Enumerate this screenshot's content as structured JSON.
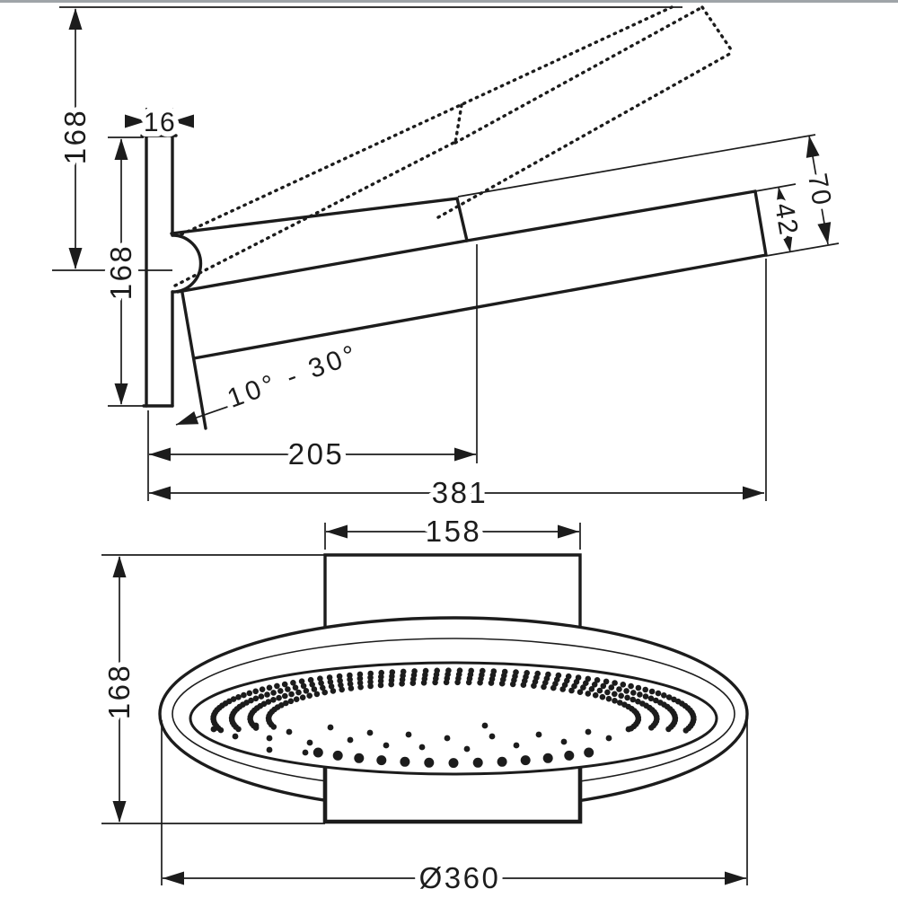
{
  "drawing": {
    "title": "shower-head-dimension-drawing",
    "colors": {
      "line": "#1c1c1c",
      "background": "#ffffff",
      "top_border": "#9fa4a8"
    },
    "side_view": {
      "dimensions": {
        "outer_height": "168",
        "plate_thickness": "16",
        "plate_height": "168",
        "head_thickness": "42",
        "head_total_height": "70",
        "tilt_angle_range": "10° - 30°",
        "arm_projection": "205",
        "total_projection": "381"
      }
    },
    "front_view": {
      "dimensions": {
        "bracket_width": "158",
        "bracket_height": "168",
        "head_diameter": "Ø360"
      }
    }
  }
}
